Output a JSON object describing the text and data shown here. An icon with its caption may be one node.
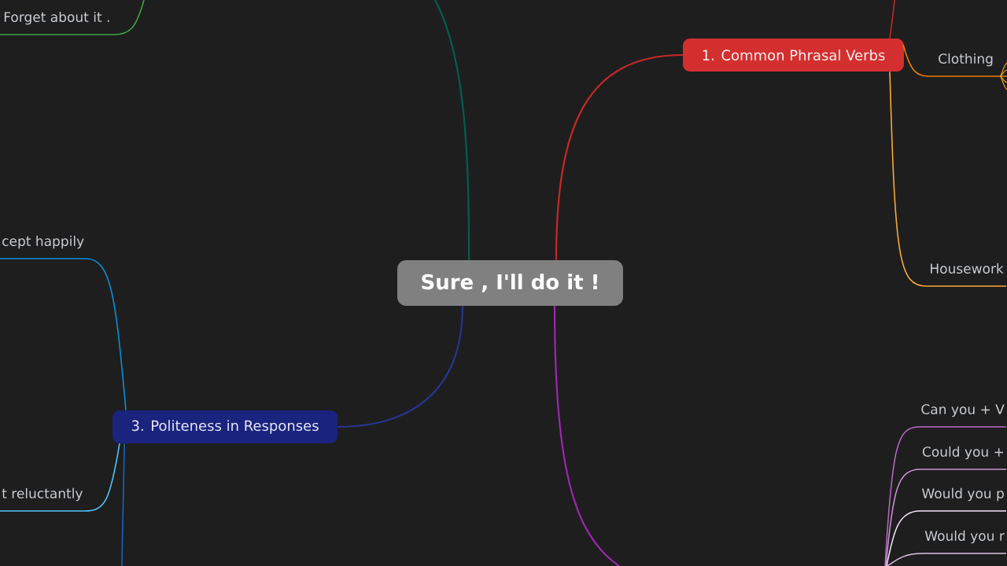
{
  "diagram": {
    "nodes": [
      {
        "text": [
          "Sure , I'll do it !"
        ]
      },
      {
        "text": [
          "1. Common Phrasal Verbs"
        ]
      },
      {
        "text": [
          "Clothing"
        ]
      },
      {
        "text": [
          "Housework"
        ]
      },
      {
        "text": [
          "3. Politeness in Responses"
        ]
      },
      {
        "text": [
          "cept happily"
        ]
      },
      {
        "text": [
          "t reluctantly"
        ]
      },
      {
        "text": [
          "Forget about it ."
        ]
      },
      {
        "text": [
          "Can you + V"
        ]
      },
      {
        "text": [
          "Could you +"
        ]
      },
      {
        "text": [
          "Would you p"
        ]
      },
      {
        "text": [
          "Would you r"
        ]
      }
    ],
    "edges": [
      {
        "from": 0,
        "to": 1,
        "arrow": "none",
        "color": "#c62828"
      },
      {
        "from": 1,
        "to": null,
        "arrow": "none",
        "color": "#c62828"
      },
      {
        "from": 1,
        "to": 2,
        "arrow": "none",
        "color": "#ef7c00"
      },
      {
        "from": 1,
        "to": 3,
        "arrow": "none",
        "color": "#f9a938"
      },
      {
        "from": 0,
        "to": null,
        "arrow": "none",
        "color": "#00604a"
      },
      {
        "from": 0,
        "to": 4,
        "arrow": "none",
        "color": "#283593"
      },
      {
        "from": 0,
        "to": null,
        "arrow": "none",
        "color": "#9c27b0"
      },
      {
        "from": 4,
        "to": 5,
        "arrow": "none",
        "color": "#0b8fd8"
      },
      {
        "from": 4,
        "to": 6,
        "arrow": "none",
        "color": "#4fc3f7"
      },
      {
        "from": 4,
        "to": null,
        "arrow": "none",
        "color": "#1565c0"
      },
      {
        "from": null,
        "to": 7,
        "arrow": "none",
        "color": "#43a047"
      },
      {
        "from": null,
        "to": 8,
        "arrow": "none",
        "color": "#ba68c8"
      },
      {
        "from": null,
        "to": 9,
        "arrow": "none",
        "color": "#ce93d8"
      },
      {
        "from": null,
        "to": 10,
        "arrow": "none",
        "color": "#f3e5f5"
      },
      {
        "from": null,
        "to": 11,
        "arrow": "none",
        "color": "#e1bee7"
      },
      {
        "from": 2,
        "to": null,
        "arrow": "none",
        "color": "#f7a21b"
      },
      {
        "from": 2,
        "to": null,
        "arrow": "none",
        "color": "#f7a21b"
      },
      {
        "from": 2,
        "to": null,
        "arrow": "none",
        "color": "#f7a21b"
      },
      {
        "from": 2,
        "to": null,
        "arrow": "none",
        "color": "#f7a21b"
      },
      {
        "from": 2,
        "to": null,
        "arrow": "none",
        "color": "#f7a21b"
      }
    ]
  }
}
